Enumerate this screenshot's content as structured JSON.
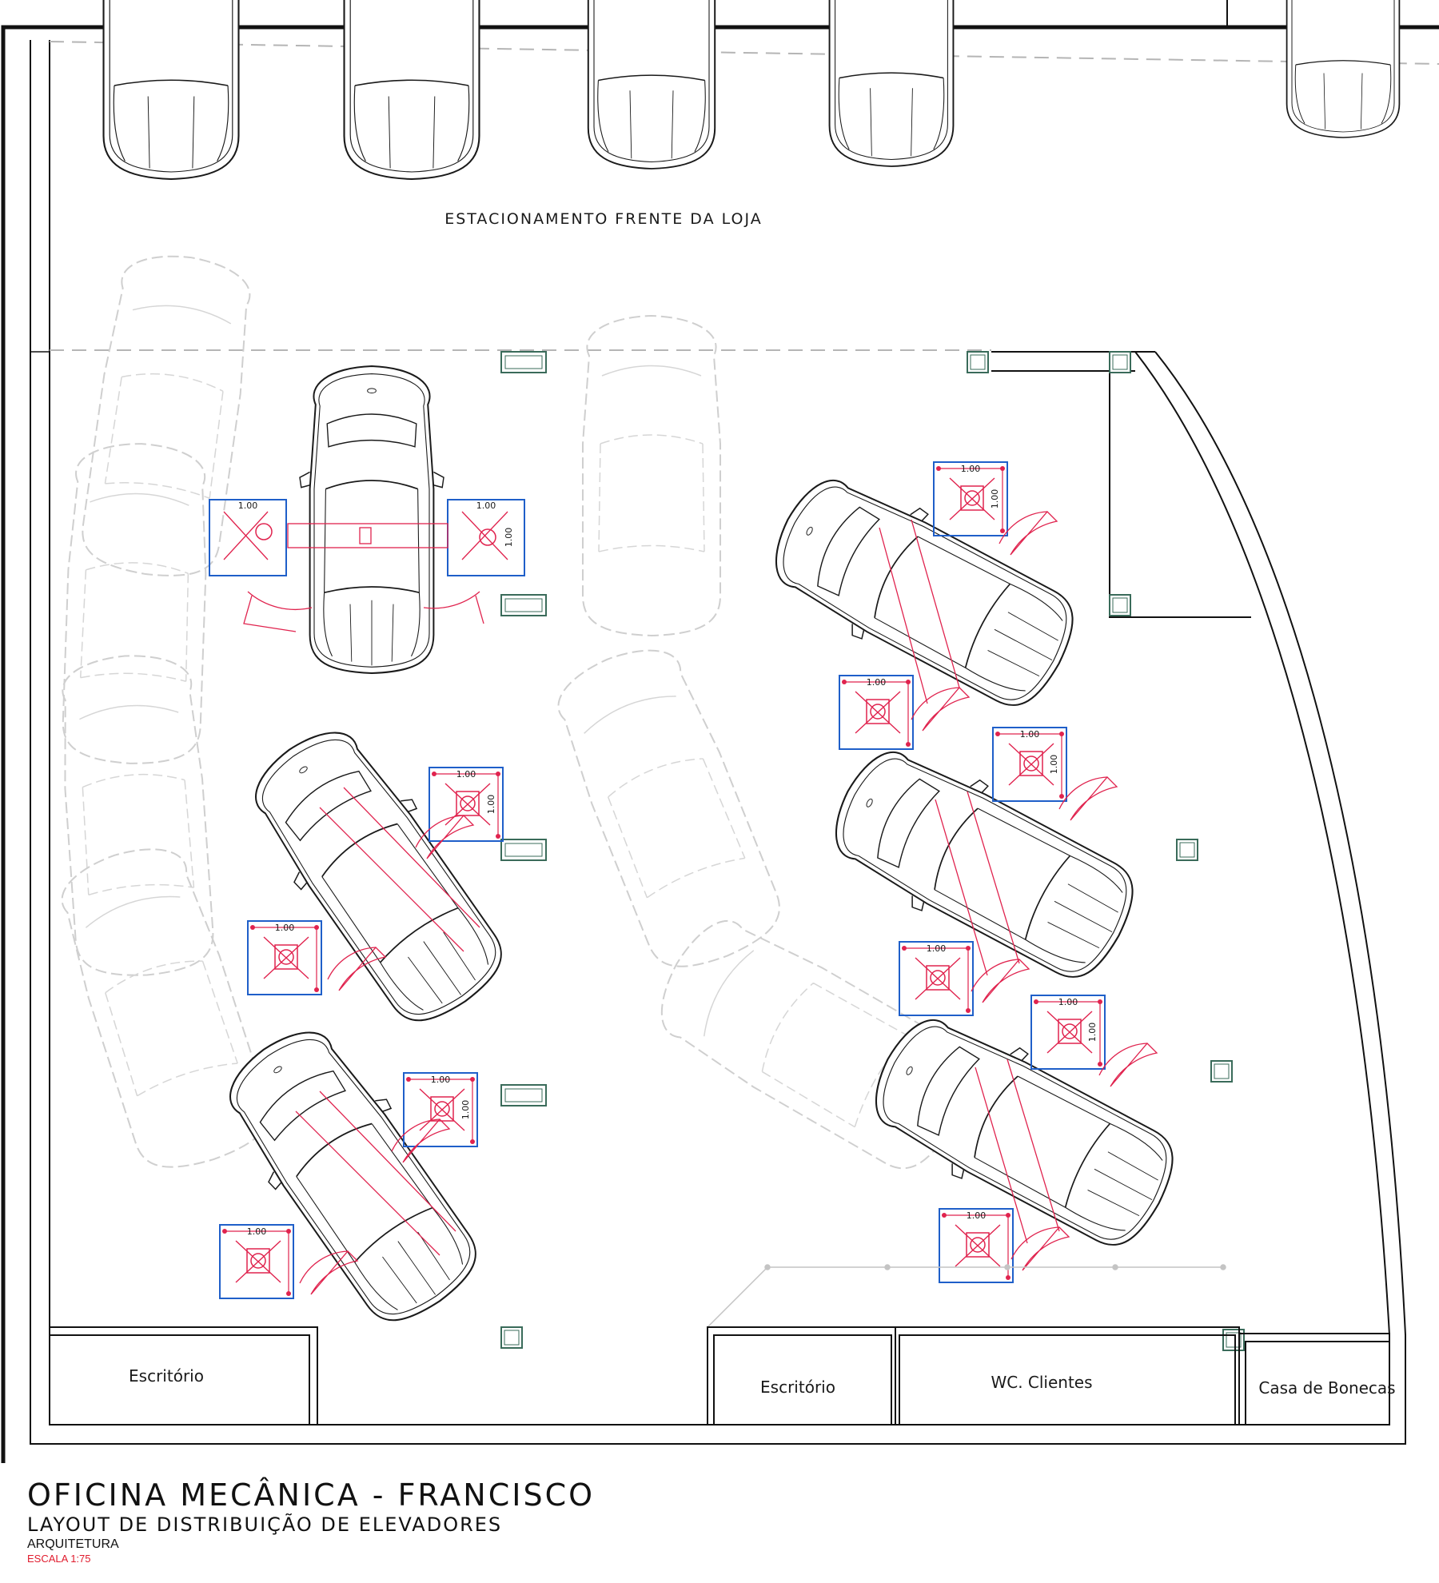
{
  "drawing": {
    "title": "OFICINA MECÂNICA - FRANCISCO",
    "subtitle": "LAYOUT DE DISTRIBUIÇÃO DE ELEVADORES",
    "discipline": "ARQUITETURA",
    "scale": "ESCALA 1:75"
  },
  "areas": {
    "parking": "ESTACIONAMENTO FRENTE DA LOJA",
    "office_left": "Escritório",
    "office_right": "Escritório",
    "wc": "WC. Clientes",
    "dollhouse": "Casa de Bonecas"
  },
  "lift_pad": {
    "width_label": "1.00",
    "depth_label": "1.00"
  },
  "lifts": [
    {
      "id": "lift-1"
    },
    {
      "id": "lift-2"
    },
    {
      "id": "lift-3"
    },
    {
      "id": "lift-4"
    },
    {
      "id": "lift-5"
    },
    {
      "id": "lift-6"
    }
  ],
  "colors": {
    "wall": "#111111",
    "car": "#1a1a1a",
    "ghost_car": "#c8c8c8",
    "lift": "#e0234e",
    "pad": "#1f5fc9",
    "column": "#3a6b5a",
    "scale_text": "#e01b2d"
  }
}
